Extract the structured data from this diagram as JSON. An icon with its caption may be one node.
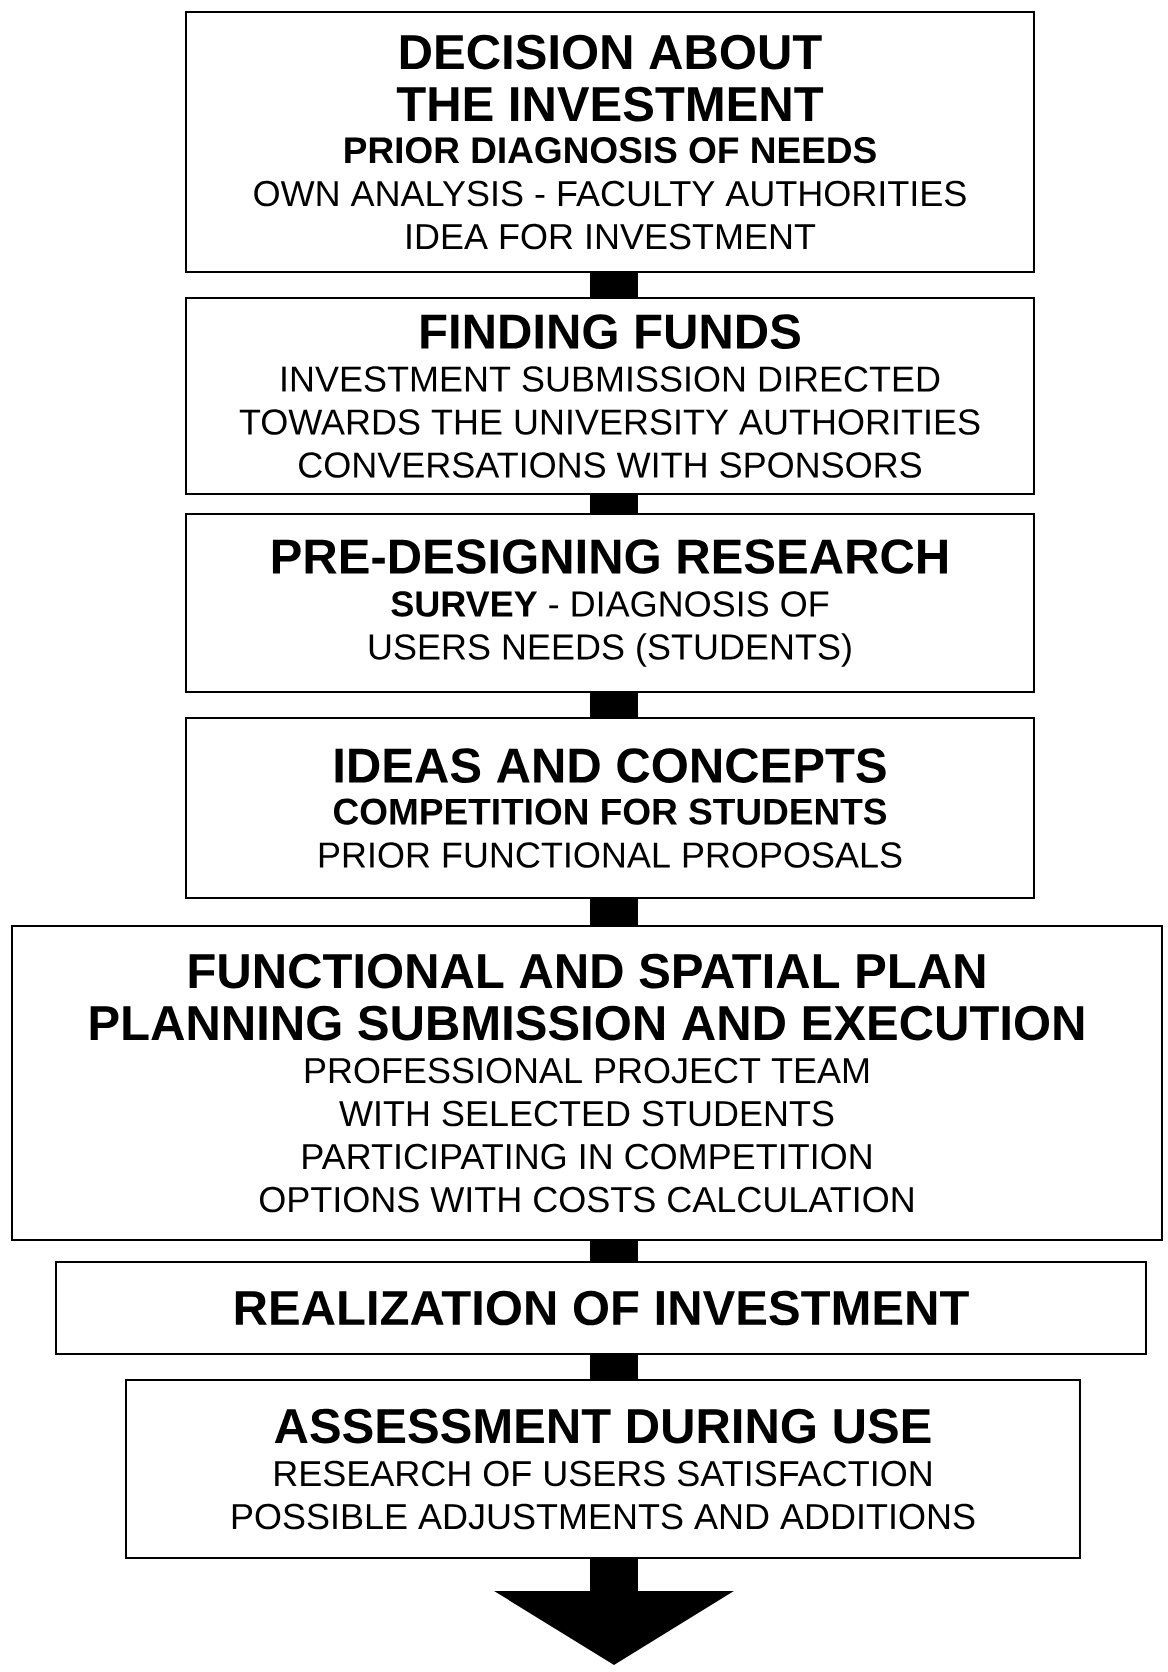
{
  "diagram": {
    "nodes": [
      {
        "text": [
          "DECISION ABOUT THE INVESTMENT",
          "PRIOR DIAGNOSIS OF NEEDS",
          "OWN ANALYSIS - FACULTY AUTHORITIES IDEA FOR INVESTMENT"
        ]
      },
      {
        "text": [
          "FINDING FUNDS",
          "INVESTMENT SUBMISSION DIRECTED TOWARDS THE UNIVERSITY AUTHORITIES",
          "CONVERSATIONS WITH SPONSORS"
        ]
      },
      {
        "text": [
          "PRE-DESIGNING RESEARCH",
          "**SURVEY** - DIAGNOSIS OF USERS NEEDS (STUDENTS)"
        ]
      },
      {
        "text": [
          "IDEAS AND CONCEPTS",
          "COMPETITION FOR STUDENTS",
          "PRIOR FUNCTIONAL PROPOSALS"
        ]
      },
      {
        "text": [
          "FUNCTIONAL AND SPATIAL PLAN",
          "PLANNING SUBMISSION AND EXECUTION",
          "PROFESSIONAL PROJECT TEAM WITH SELECTED STUDENTS PARTICIPATING IN COMPETITION",
          "OPTIONS WITH COSTS CALCULATION"
        ]
      },
      {
        "text": [
          "REALIZATION OF INVESTMENT"
        ]
      },
      {
        "text": [
          "ASSESSMENT DURING USE",
          "RESEARCH OF USERS SATISFACTION",
          "POSSIBLE ADJUSTMENTS AND ADDITIONS"
        ]
      }
    ],
    "edges": [
      {
        "from": 0,
        "to": 1,
        "arrow": "none"
      },
      {
        "from": 1,
        "to": 2,
        "arrow": "none"
      },
      {
        "from": 2,
        "to": 3,
        "arrow": "none"
      },
      {
        "from": 3,
        "to": 4,
        "arrow": "none"
      },
      {
        "from": 4,
        "to": 5,
        "arrow": "none"
      },
      {
        "from": 5,
        "to": 6,
        "arrow": "none"
      },
      {
        "from": 6,
        "to": null,
        "arrow": "to"
      }
    ]
  }
}
